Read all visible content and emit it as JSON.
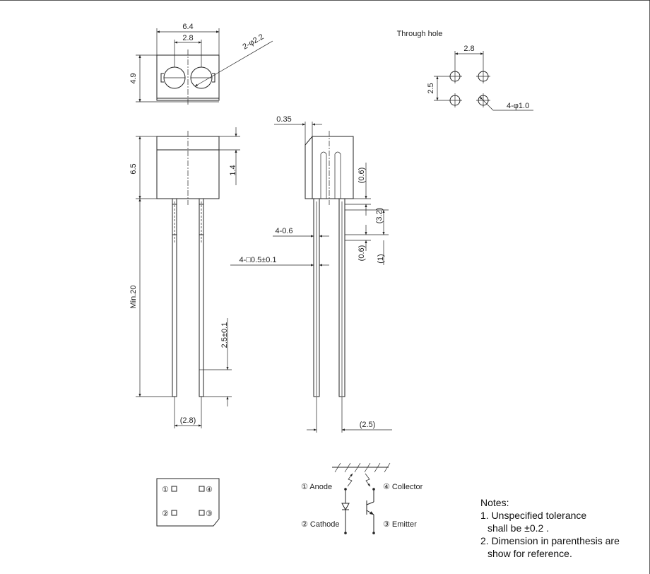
{
  "top_view": {
    "width_dim": "6.4",
    "pitch_dim": "2.8",
    "lens_dim": "2-φ2.2",
    "height_dim": "4.9"
  },
  "front_view": {
    "body_height_dim": "6.5",
    "top_dim": "1.4",
    "lead_length_dim": "Min.20",
    "lead_bottom_dim": "2.5±0.1",
    "lead_pitch_dim": "(2.8)"
  },
  "side_view": {
    "taper_dim": "0.35",
    "lead_width_dim": "4-0.6",
    "lead_square_dim": "4-□0.5±0.1",
    "dim_06_a": "(0.6)",
    "dim_32": "(3.2)",
    "dim_06_b": "(0.6)",
    "dim_1": "(1)",
    "offset_dim": "(2.5)"
  },
  "through_hole": {
    "title": "Through hole",
    "pitch_x_dim": "2.8",
    "pitch_y_dim": "2.5",
    "hole_dim": "4-φ1.0"
  },
  "pinout": {
    "pin1": "①",
    "pin2": "②",
    "pin3": "③",
    "pin4": "④"
  },
  "circuit": {
    "anode": "① Anode",
    "cathode": "② Cathode",
    "collector": "④ Collector",
    "emitter": "③ Emitter"
  },
  "notes": {
    "heading": "Notes:",
    "line1": "1. Unspecified tolerance",
    "line1b": "shall be ±0.2 .",
    "line2": "2. Dimension in parenthesis are",
    "line2b": "show for reference."
  }
}
